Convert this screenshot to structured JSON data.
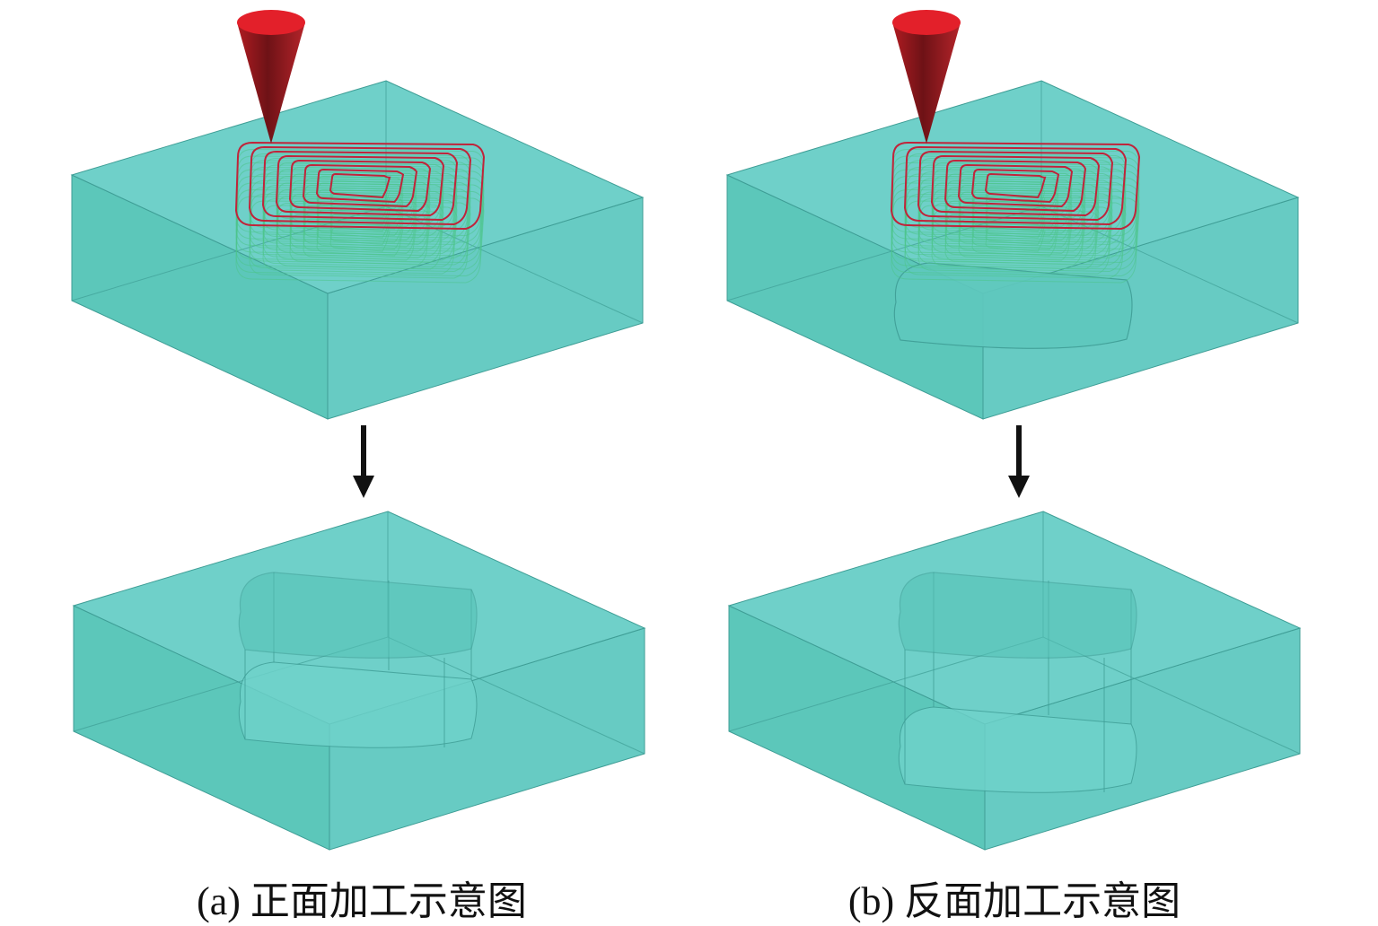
{
  "panels": [
    {
      "id": "a",
      "caption": "(a) 正面加工示意图",
      "mode": "front"
    },
    {
      "id": "b",
      "caption": "(b) 反面加工示意图",
      "mode": "back"
    }
  ],
  "colors": {
    "block_top": "#6fd0c9",
    "block_left": "#5cc7ba",
    "block_right": "#67cbc3",
    "edge": "#3f9e96",
    "tool": "#e3202a",
    "tool_dark": "#7a1418",
    "path_red": "#c0243a",
    "path_green": "#4cc58a",
    "arrow": "#111111"
  }
}
